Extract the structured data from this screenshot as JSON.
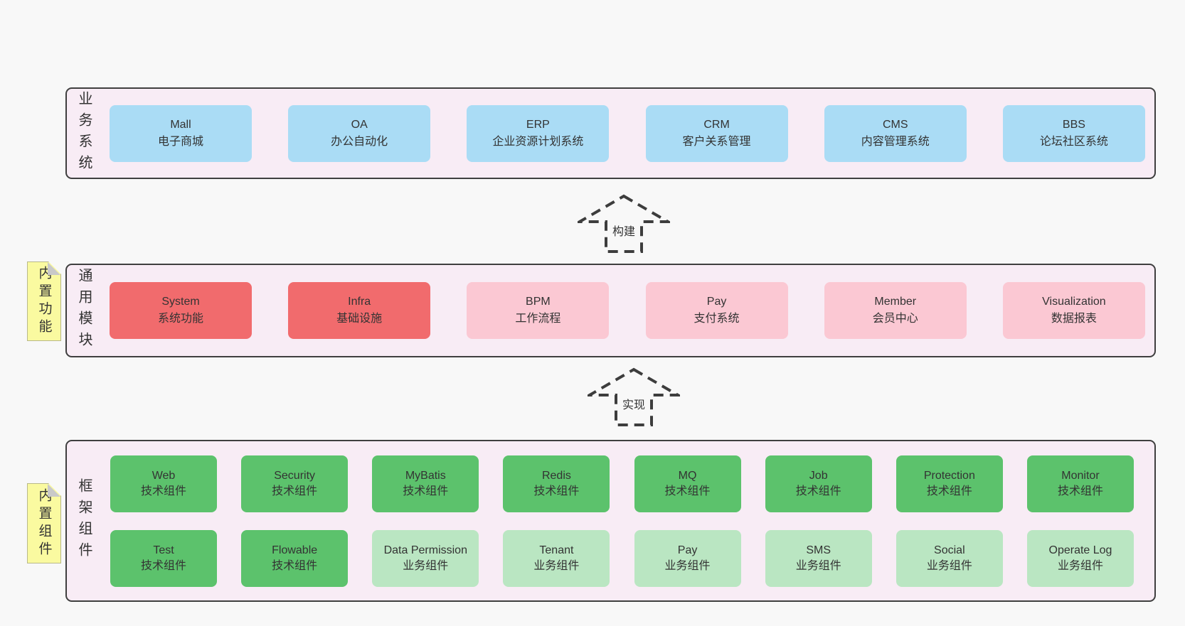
{
  "layers": [
    {
      "label": "业务系统",
      "boxes": [
        {
          "name": "Mall",
          "desc": "电子商城",
          "type": "blue"
        },
        {
          "name": "OA",
          "desc": "办公自动化",
          "type": "blue"
        },
        {
          "name": "ERP",
          "desc": "企业资源计划系统",
          "type": "blue"
        },
        {
          "name": "CRM",
          "desc": "客户关系管理",
          "type": "blue"
        },
        {
          "name": "CMS",
          "desc": "内容管理系统",
          "type": "blue"
        },
        {
          "name": "BBS",
          "desc": "论坛社区系统",
          "type": "blue"
        }
      ]
    },
    {
      "note": "内置功能",
      "label": "通用模块",
      "boxes": [
        {
          "name": "System",
          "desc": "系统功能",
          "type": "red"
        },
        {
          "name": "Infra",
          "desc": "基础设施",
          "type": "red"
        },
        {
          "name": "BPM",
          "desc": "工作流程",
          "type": "pink"
        },
        {
          "name": "Pay",
          "desc": "支付系统",
          "type": "pink"
        },
        {
          "name": "Member",
          "desc": "会员中心",
          "type": "pink"
        },
        {
          "name": "Visualization",
          "desc": "数据报表",
          "type": "pink"
        }
      ]
    },
    {
      "note": "内置组件",
      "label": "框架组件",
      "boxes": [
        {
          "name": "Web",
          "desc": "技术组件",
          "type": "green"
        },
        {
          "name": "Security",
          "desc": "技术组件",
          "type": "green"
        },
        {
          "name": "MyBatis",
          "desc": "技术组件",
          "type": "green"
        },
        {
          "name": "Redis",
          "desc": "技术组件",
          "type": "green"
        },
        {
          "name": "MQ",
          "desc": "技术组件",
          "type": "green"
        },
        {
          "name": "Job",
          "desc": "技术组件",
          "type": "green"
        },
        {
          "name": "Protection",
          "desc": "技术组件",
          "type": "green"
        },
        {
          "name": "Monitor",
          "desc": "技术组件",
          "type": "green"
        },
        {
          "name": "Test",
          "desc": "技术组件",
          "type": "green"
        },
        {
          "name": "Flowable",
          "desc": "技术组件",
          "type": "green"
        },
        {
          "name": "Data Permission",
          "desc": "业务组件",
          "type": "light_green"
        },
        {
          "name": "Tenant",
          "desc": "业务组件",
          "type": "light_green"
        },
        {
          "name": "Pay",
          "desc": "业务组件",
          "type": "light_green"
        },
        {
          "name": "SMS",
          "desc": "业务组件",
          "type": "light_green"
        },
        {
          "name": "Social",
          "desc": "业务组件",
          "type": "light_green"
        },
        {
          "name": "Operate Log",
          "desc": "业务组件",
          "type": "light_green"
        }
      ]
    }
  ],
  "arrows": [
    {
      "label": "构建"
    },
    {
      "label": "实现"
    }
  ],
  "colors": {
    "blue": "#aadcf5",
    "red": "#f16b6d",
    "pink": "#fbc8d3",
    "green": "#5cc26c",
    "light_green": "#bae6c2",
    "note_yellow": "#fafaa0",
    "layer_bg": "#f8ecf5",
    "page_bg": "#f8f8f8",
    "border": "#3f3f3f"
  }
}
